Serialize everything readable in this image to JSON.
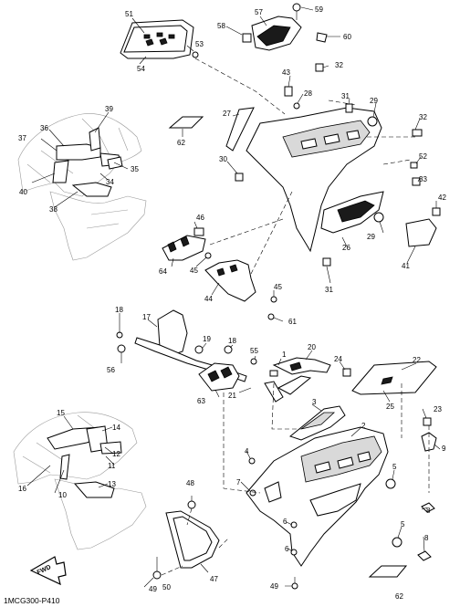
{
  "diagram_code": "1MCG300-P410",
  "fwd_label": "FWD",
  "callouts": {
    "n1": "1",
    "n2": "2",
    "n3": "3",
    "n4": "4",
    "n5a": "5",
    "n5b": "5",
    "n6a": "6",
    "n6b": "6",
    "n7": "7",
    "n8a": "8",
    "n8b": "8",
    "n9": "9",
    "n10": "10",
    "n11": "11",
    "n12": "12",
    "n13": "13",
    "n14": "14",
    "n15": "15",
    "n16": "16",
    "n17": "17",
    "n18a": "18",
    "n18b": "18",
    "n19": "19",
    "n20": "20",
    "n21": "21",
    "n22": "22",
    "n23": "23",
    "n24": "24",
    "n25": "25",
    "n26": "26",
    "n27": "27",
    "n28": "28",
    "n29a": "29",
    "n29b": "29",
    "n30": "30",
    "n31a": "31",
    "n31b": "31",
    "n32a": "32",
    "n32b": "32",
    "n33": "33",
    "n34": "34",
    "n35": "35",
    "n36": "36",
    "n37": "37",
    "n38": "38",
    "n39": "39",
    "n40": "40",
    "n41": "41",
    "n42": "42",
    "n43": "43",
    "n44": "44",
    "n45a": "45",
    "n45b": "45",
    "n46": "46",
    "n47": "47",
    "n48": "48",
    "n49a": "49",
    "n49b": "49",
    "n50": "50",
    "n51": "51",
    "n52": "52",
    "n53": "53",
    "n54": "54",
    "n55": "55",
    "n56": "56",
    "n57": "57",
    "n58": "58",
    "n59": "59",
    "n60": "60",
    "n61": "61",
    "n62a": "62",
    "n62b": "62",
    "n63": "63",
    "n64": "64"
  }
}
